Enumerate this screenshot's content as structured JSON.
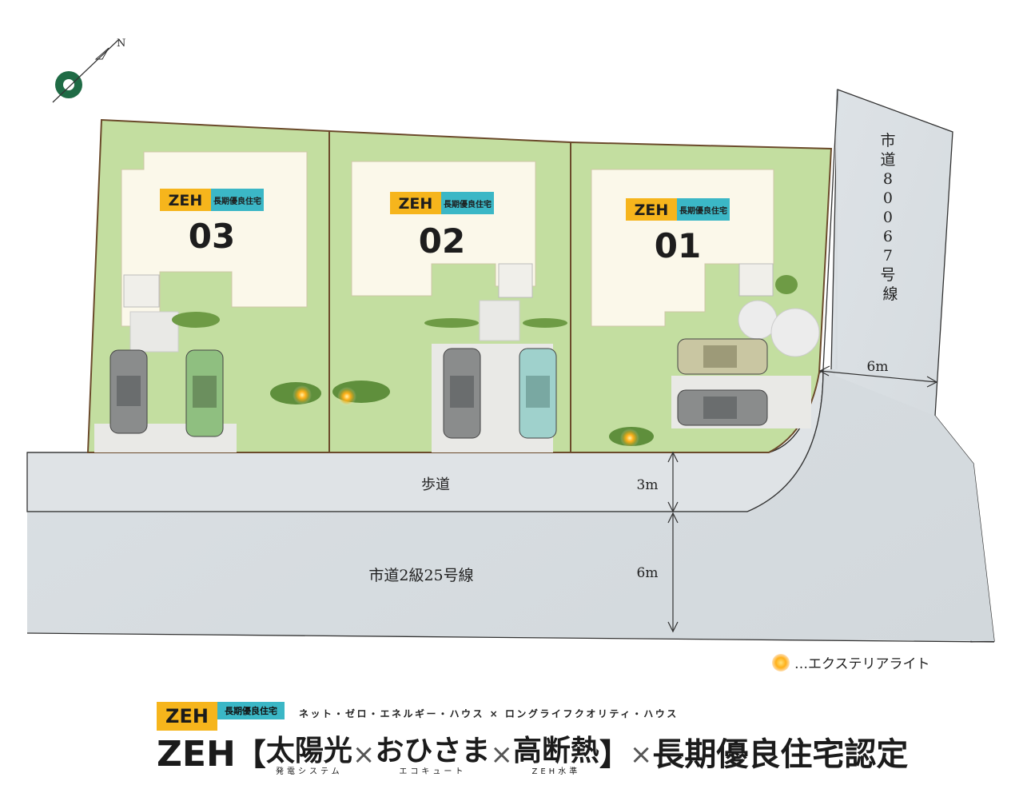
{
  "lots": [
    {
      "number": "03",
      "zeh": "ZEH",
      "choki": "長期優良住宅"
    },
    {
      "number": "02",
      "zeh": "ZEH",
      "choki": "長期優良住宅"
    },
    {
      "number": "01",
      "zeh": "ZEH",
      "choki": "長期優良住宅"
    }
  ],
  "roads": {
    "side_road_name": [
      "市",
      "道",
      "8",
      "0",
      "0",
      "6",
      "7",
      "号",
      "線"
    ],
    "side_road_width": "6m",
    "sidewalk_label": "歩道",
    "sidewalk_width": "3m",
    "main_road_name": "市道2級25号線",
    "main_road_width": "6m"
  },
  "compass": {
    "north_label": "N"
  },
  "legend": {
    "text": "…エクステリアライト"
  },
  "footer": {
    "zeh_badge": "ZEH",
    "choki_badge": "長期優良住宅",
    "tagline": "ネット・ゼロ・エネルギー・ハウス × ロングライフクオリティ・ハウス",
    "zeh_word": "ZEH",
    "open_bracket": "【",
    "item1": "太陽光",
    "item1_sub": "発電システム",
    "cross1": "×",
    "item2": "おひさま",
    "item2_sub": "エコキュート",
    "cross2": "×",
    "item3": "高断熱",
    "item3_sub": "ZEH水準",
    "close_bracket": "】",
    "cross3": "×",
    "tail": "長期優良住宅認定"
  },
  "colors": {
    "lawn": "#c3dea0",
    "house": "#fbf8ea",
    "road": "#d9dee2",
    "zeh_yellow": "#f6b51c",
    "choki_teal": "#3bb7c6",
    "compass_green": "#1f6b45"
  }
}
